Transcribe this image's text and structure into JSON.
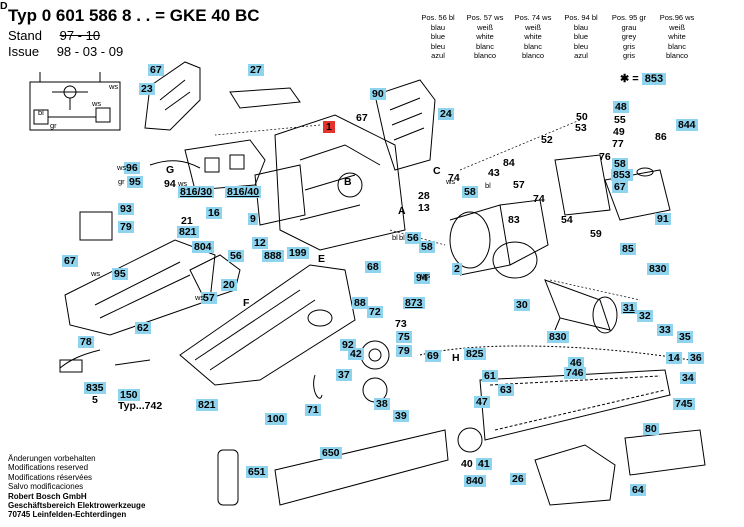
{
  "header": {
    "typ_label": "Typ",
    "typ_number": "0 601 586 8 . . = GKE 40 BC",
    "stand_label": "Stand",
    "stand_value": "97 - 10",
    "issue_label": "Issue",
    "issue_value": "98 - 03 - 09"
  },
  "variants": [
    {
      "pos": "Pos. 56 bl",
      "colors": [
        "blau",
        "blue",
        "bleu",
        "azul"
      ]
    },
    {
      "pos": "Pos. 57 ws",
      "colors": [
        "weiß",
        "white",
        "blanc",
        "blanco"
      ]
    },
    {
      "pos": "Pos. 74 ws",
      "colors": [
        "weiß",
        "white",
        "blanc",
        "blanco"
      ]
    },
    {
      "pos": "Pos. 94 bl",
      "colors": [
        "blau",
        "blue",
        "bleu",
        "azul"
      ]
    },
    {
      "pos": "Pos. 95 gr",
      "colors": [
        "grau",
        "grey",
        "gris",
        "gris"
      ]
    },
    {
      "pos": "Pos.96 ws",
      "colors": [
        "weiß",
        "white",
        "blanc",
        "blanco"
      ]
    }
  ],
  "legend": {
    "symbol": "✱ =",
    "value": "853"
  },
  "notes": [
    "Änderungen vorbehalten",
    "Modifications reserved",
    "Modifications réservées",
    "Salvo modificaciones",
    "Robert Bosch GmbH",
    "Geschäftsbereich Elektrowerkzeuge",
    "70745 Leinfelden-Echterdingen"
  ],
  "colors": {
    "highlight": "#8fd4ee",
    "marker": "#e2342a",
    "line": "#000000"
  },
  "labels": [
    {
      "t": "67"
    },
    {
      "t": "27"
    },
    {
      "t": "90"
    },
    {
      "t": "23"
    },
    {
      "t": "24"
    },
    {
      "t": "1"
    },
    {
      "t": "67"
    },
    {
      "t": "96"
    },
    {
      "t": "95"
    },
    {
      "t": "94"
    },
    {
      "t": "G"
    },
    {
      "t": "C"
    },
    {
      "t": "74"
    },
    {
      "t": "58"
    },
    {
      "t": "816/30"
    },
    {
      "t": "816/40"
    },
    {
      "t": "16"
    },
    {
      "t": "9"
    },
    {
      "t": "28"
    },
    {
      "t": "13"
    },
    {
      "t": "93"
    },
    {
      "t": "79"
    },
    {
      "t": "21"
    },
    {
      "t": "821"
    },
    {
      "t": "804"
    },
    {
      "t": "12"
    },
    {
      "t": "56"
    },
    {
      "t": "888"
    },
    {
      "t": "199"
    },
    {
      "t": "E"
    },
    {
      "t": "56"
    },
    {
      "t": "58"
    },
    {
      "t": "68"
    },
    {
      "t": "94"
    },
    {
      "t": "2"
    },
    {
      "t": "67"
    },
    {
      "t": "95"
    },
    {
      "t": "57"
    },
    {
      "t": "20"
    },
    {
      "t": "F"
    },
    {
      "t": "88"
    },
    {
      "t": "72"
    },
    {
      "t": "873"
    },
    {
      "t": "30"
    },
    {
      "t": "830"
    },
    {
      "t": "31"
    },
    {
      "t": "32"
    },
    {
      "t": "33"
    },
    {
      "t": "35"
    },
    {
      "t": "75"
    },
    {
      "t": "73"
    },
    {
      "t": "78"
    },
    {
      "t": "62"
    },
    {
      "t": "92"
    },
    {
      "t": "42"
    },
    {
      "t": "79"
    },
    {
      "t": "69"
    },
    {
      "t": "825"
    },
    {
      "t": "830"
    },
    {
      "t": "14"
    },
    {
      "t": "36"
    },
    {
      "t": "37"
    },
    {
      "t": "46"
    },
    {
      "t": "746"
    },
    {
      "t": "835"
    },
    {
      "t": "5"
    },
    {
      "t": "150"
    },
    {
      "t": "Typ...742"
    },
    {
      "t": "821"
    },
    {
      "t": "100"
    },
    {
      "t": "71"
    },
    {
      "t": "38"
    },
    {
      "t": "61"
    },
    {
      "t": "63"
    },
    {
      "t": "47"
    },
    {
      "t": "39"
    },
    {
      "t": "34"
    },
    {
      "t": "745"
    },
    {
      "t": "80"
    },
    {
      "t": "650"
    },
    {
      "t": "651"
    },
    {
      "t": "40"
    },
    {
      "t": "41"
    },
    {
      "t": "840"
    },
    {
      "t": "26"
    },
    {
      "t": "64"
    },
    {
      "t": "48"
    },
    {
      "t": "55"
    },
    {
      "t": "844"
    },
    {
      "t": "50"
    },
    {
      "t": "53"
    },
    {
      "t": "52"
    },
    {
      "t": "49"
    },
    {
      "t": "77"
    },
    {
      "t": "86"
    },
    {
      "t": "76"
    },
    {
      "t": "84"
    },
    {
      "t": "58"
    },
    {
      "t": "853"
    },
    {
      "t": "67"
    },
    {
      "t": "57"
    },
    {
      "t": "74"
    },
    {
      "t": "83"
    },
    {
      "t": "54"
    },
    {
      "t": "59"
    },
    {
      "t": "85"
    },
    {
      "t": "91"
    },
    {
      "t": "43"
    },
    {
      "t": "A"
    },
    {
      "t": "B"
    },
    {
      "t": "H"
    },
    {
      "t": "D"
    }
  ],
  "annotations": [
    {
      "t": "ws"
    },
    {
      "t": "bl"
    },
    {
      "t": "gr"
    },
    {
      "t": "ws"
    },
    {
      "t": "ws"
    },
    {
      "t": "gr"
    },
    {
      "t": "ws"
    },
    {
      "t": "bl"
    },
    {
      "t": "bl"
    },
    {
      "t": "ws"
    },
    {
      "t": "ws"
    },
    {
      "t": "ws"
    },
    {
      "t": "bl"
    },
    {
      "t": "ws"
    }
  ]
}
